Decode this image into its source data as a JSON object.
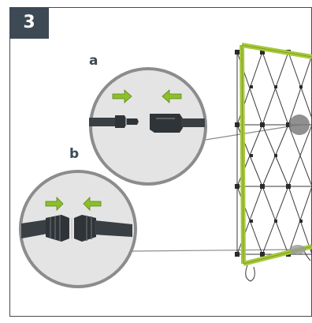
{
  "step": {
    "number": "3"
  },
  "callouts": [
    {
      "label": "a",
      "detail": "clip-connector"
    },
    {
      "label": "b",
      "detail": "magnet-connector"
    }
  ],
  "colors": {
    "badge": "#3d4a55",
    "arrow": "#8cbf2a",
    "frame_bar": "#a6c93a",
    "frame_dark": "#3a3a3a",
    "circle_fill": "#e3e3e3",
    "circle_stroke": "#8c8c8c",
    "connector": "#2f3438"
  },
  "icons": [
    "push-left-arrow-icon",
    "push-right-arrow-icon"
  ]
}
